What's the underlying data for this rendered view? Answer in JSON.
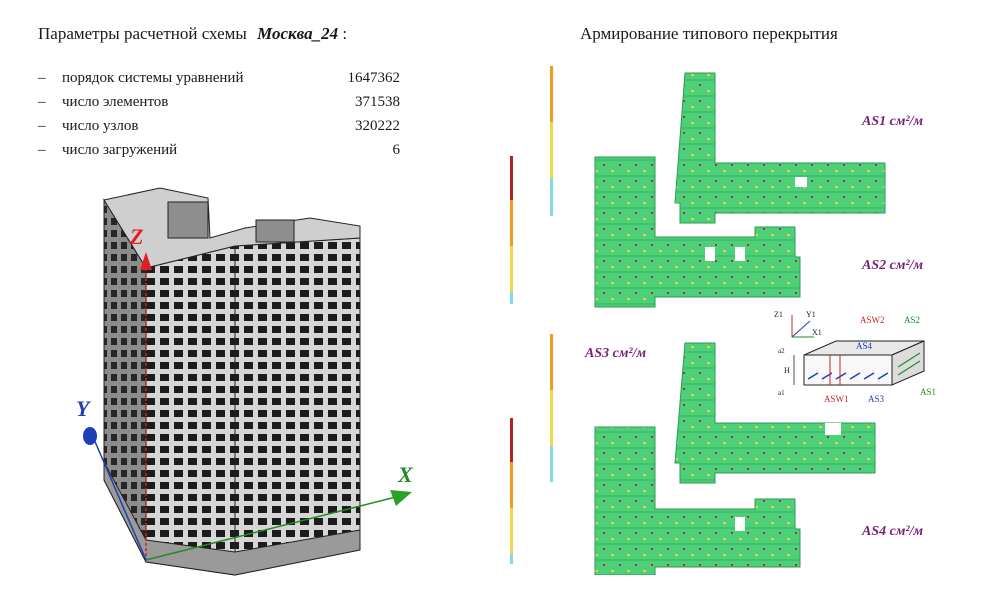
{
  "left": {
    "title_prefix": "Параметры расчетной схемы",
    "model_name": "Москва_24",
    "title_suffix": ":",
    "params": [
      {
        "dash": "–",
        "label": "порядок системы уравнений",
        "value": "1647362"
      },
      {
        "dash": "–",
        "label": "число элементов",
        "value": "371538"
      },
      {
        "dash": "–",
        "label": "число узлов",
        "value": "320222"
      },
      {
        "dash": "–",
        "label": "число загружений",
        "value": "6"
      }
    ],
    "axes": {
      "z": "Z",
      "y": "Y",
      "x": "X"
    }
  },
  "right": {
    "title": "Армирование типового перекрытия",
    "plots": [
      {
        "label": "AS1",
        "unit": "см²/м"
      },
      {
        "label": "AS2",
        "unit": "см²/м"
      },
      {
        "label": "AS3",
        "unit": "см²/м"
      },
      {
        "label": "AS4",
        "unit": "см²/м"
      }
    ],
    "section": {
      "axes": {
        "z": "Z1",
        "y": "Y1",
        "x": "X1"
      },
      "labels": {
        "asw2": "ASW2",
        "as2": "AS2",
        "as4": "AS4",
        "asw1": "ASW1",
        "as3": "AS3",
        "as1": "AS1",
        "h": "H",
        "a1": "a1",
        "a2": "a2"
      }
    },
    "colors": {
      "plate": "#4cd07a",
      "plate_dark": "#2c9a55",
      "label": "#7a1f77",
      "scale_red": "#b22222",
      "scale_orange": "#f29b1e",
      "scale_yellow": "#f4d64a",
      "scale_cyan": "#7fd9f0",
      "tower": "#bfbfbf"
    }
  }
}
